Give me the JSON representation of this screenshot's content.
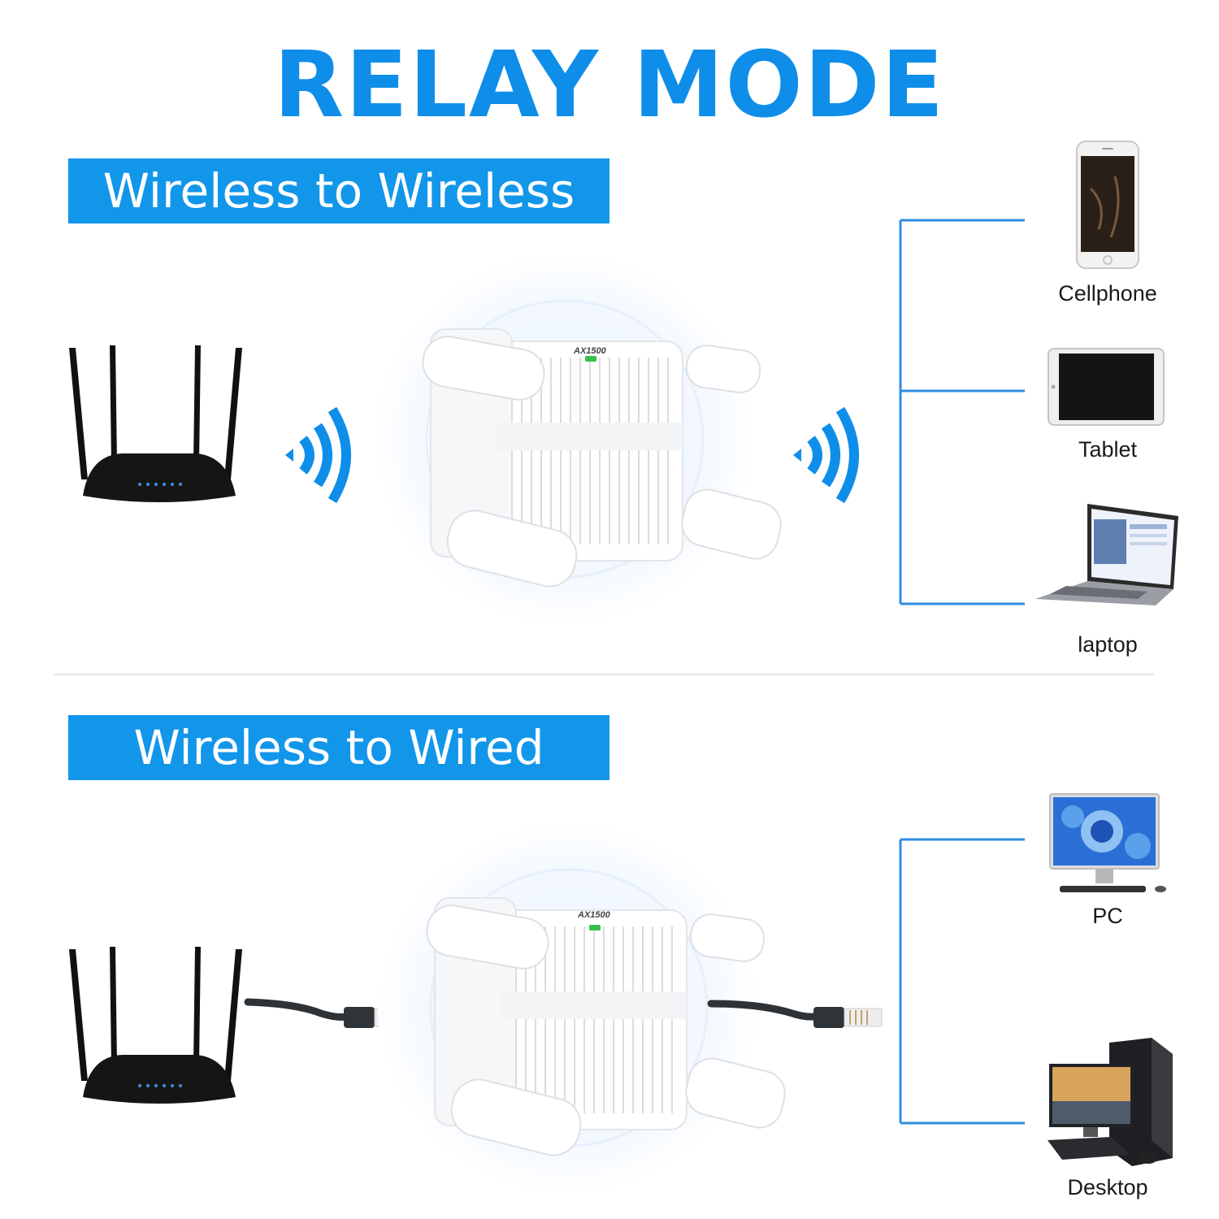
{
  "title": "RELAY MODE",
  "colors": {
    "accent": "#0f8ee9",
    "label_bg": "#1296ea",
    "router": "#111111",
    "extender": "#f4f6f8"
  },
  "sections": [
    {
      "label": "Wireless to Wireless",
      "product_badge": "AX1500",
      "devices": [
        {
          "name": "Cellphone",
          "icon": "cellphone-icon"
        },
        {
          "name": "Tablet",
          "icon": "tablet-icon"
        },
        {
          "name": "laptop",
          "icon": "laptop-icon"
        }
      ]
    },
    {
      "label": "Wireless to Wired",
      "product_badge": "AX1500",
      "devices": [
        {
          "name": "PC",
          "icon": "monitor-icon"
        },
        {
          "name": "Desktop",
          "icon": "desktop-tower-icon"
        }
      ]
    }
  ]
}
